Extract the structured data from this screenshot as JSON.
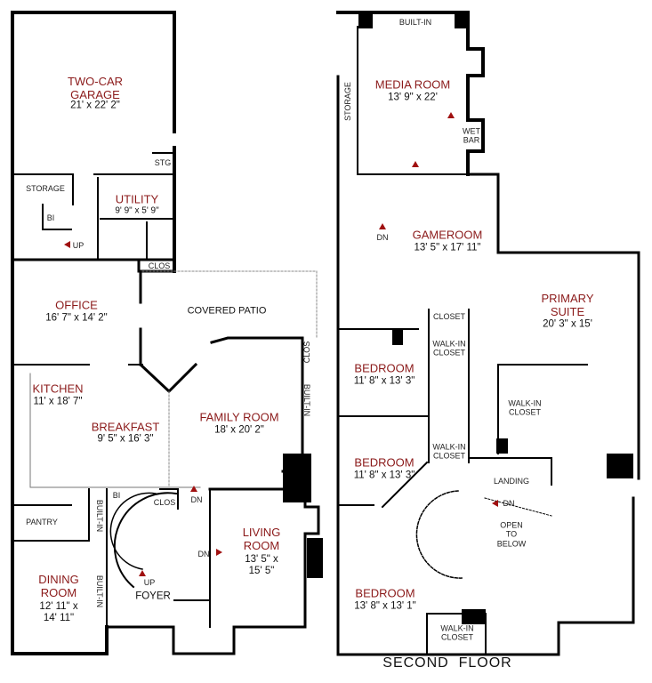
{
  "first_floor": {
    "rooms": [
      {
        "id": "garage",
        "name": "TWO-CAR\nGARAGE",
        "dims": "21' x 22' 2\""
      },
      {
        "id": "utility",
        "name": "UTILITY",
        "dims": "9' 9\" x 5' 9\""
      },
      {
        "id": "office",
        "name": "OFFICE",
        "dims": "16' 7\" x 14' 2\""
      },
      {
        "id": "kitchen",
        "name": "KITCHEN",
        "dims": "11' x 18' 7\""
      },
      {
        "id": "breakfast",
        "name": "BREAKFAST",
        "dims": "9' 5\" x 16' 3\""
      },
      {
        "id": "family",
        "name": "FAMILY ROOM",
        "dims": "18' x 20' 2\""
      },
      {
        "id": "living",
        "name": "LIVING\nROOM",
        "dims": "13' 5\" x\n15' 5\""
      },
      {
        "id": "dining",
        "name": "DINING\nROOM",
        "dims": "12' 11\" x\n14' 11\""
      }
    ],
    "labels": {
      "storage": "STORAGE",
      "stg": "STG",
      "bi": "BI",
      "up": "UP",
      "clos_top": "CLOS",
      "covered_patio": "COVERED PATIO",
      "clos_family": "CLOS",
      "builtin_family": "BUILT-IN",
      "pantry": "PANTRY",
      "builtin_pantry": "BUILT-IN",
      "bi_foyer": "BI",
      "clos_foyer": "CLOS",
      "dn_top": "DN",
      "dn_living": "DN",
      "up_foyer": "UP",
      "foyer": "FOYER",
      "builtin_dining": "BUILT-IN"
    }
  },
  "second_floor": {
    "title": "SECOND  FLOOR",
    "rooms": [
      {
        "id": "media",
        "name": "MEDIA ROOM",
        "dims": "13' 9\" x 22'"
      },
      {
        "id": "gameroom",
        "name": "GAMEROOM",
        "dims": "13' 5\" x 17' 11\""
      },
      {
        "id": "primary",
        "name": "PRIMARY\nSUITE",
        "dims": "20' 3\" x 15'"
      },
      {
        "id": "bed1",
        "name": "BEDROOM",
        "dims": "11' 8\" x 13' 3\""
      },
      {
        "id": "bed2",
        "name": "BEDROOM",
        "dims": "11' 8\" x 13' 3\""
      },
      {
        "id": "bed3",
        "name": "BEDROOM",
        "dims": "13' 8\" x 13' 1\""
      }
    ],
    "labels": {
      "builtin": "BUILT-IN",
      "storage": "STORAGE",
      "wetbar": "WET\nBAR",
      "dn_game": "DN",
      "closet": "CLOSET",
      "walkin1": "WALK-IN\nCLOSET",
      "walkin2": "WALK-IN\nCLOSET",
      "walkin_primary": "WALK-IN\nCLOSET",
      "landing": "LANDING",
      "dn_landing": "DN",
      "open_below": "OPEN\nTO\nBELOW",
      "walkin3": "WALK-IN\nCLOSET"
    }
  },
  "colors": {
    "room_label": "#8b1a1a",
    "wall": "#000000",
    "arrow": "#a01010"
  }
}
